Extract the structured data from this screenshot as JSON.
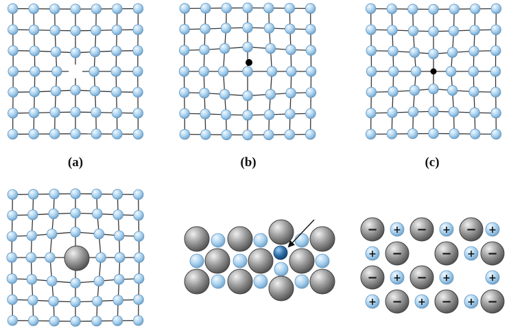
{
  "labels": {
    "a": "(a)",
    "b": "(b)",
    "c": "(c)"
  },
  "ion_signs": {
    "anion": "−",
    "cation": "+"
  },
  "colors": {
    "host_atom": "#a9d2ef",
    "host_atom_edge": "#5f93bf",
    "bond": "#333333",
    "large_atom": "#9a9a9a",
    "dopant_atom": "#2f6fa8",
    "interstitial_dot": "#000000"
  }
}
